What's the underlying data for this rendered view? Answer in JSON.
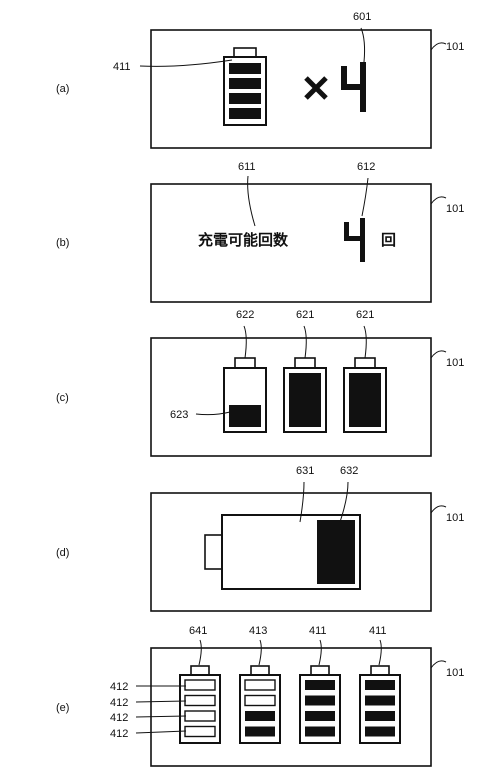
{
  "panels": {
    "a": {
      "label": "(a)",
      "ref": "101",
      "callouts": {
        "battery": "411",
        "digit": "601"
      },
      "digit_value": "4",
      "battery_level_segments": 4
    },
    "b": {
      "label": "(b)",
      "ref": "101",
      "callouts": {
        "text": "611",
        "digit": "612"
      },
      "text": "充電可能回数",
      "digit_value": "4",
      "unit": "回"
    },
    "c": {
      "label": "(c)",
      "ref": "101",
      "callouts": {
        "partial_battery": "622",
        "full_battery_1": "621",
        "full_battery_2": "621",
        "partial_fill": "623"
      },
      "partial_fill_fraction": 0.4
    },
    "d": {
      "label": "(d)",
      "ref": "101",
      "callouts": {
        "body": "631",
        "fill": "632"
      },
      "fill_fraction": 0.3
    },
    "e": {
      "label": "(e)",
      "ref": "101",
      "callouts": {
        "battery_1": "641",
        "battery_2": "413",
        "battery_3": "411",
        "battery_4": "411"
      },
      "segment_labels": [
        "412",
        "412",
        "412",
        "412"
      ],
      "battery_filled_segments": [
        0,
        2,
        4,
        4
      ]
    }
  },
  "colors": {
    "ink": "#111111",
    "background": "#ffffff"
  }
}
